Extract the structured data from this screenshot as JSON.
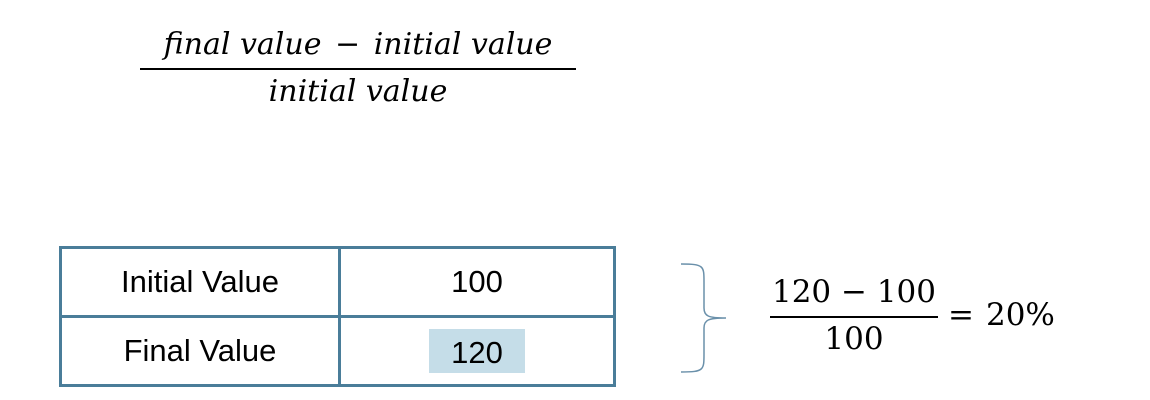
{
  "formula_generic": {
    "numerator_left": "final value",
    "operator": "−",
    "numerator_right": "initial value",
    "denominator": "initial value"
  },
  "table": {
    "rows": [
      {
        "label": "Initial Value",
        "value": "100",
        "highlighted": false
      },
      {
        "label": "Final Value",
        "value": "120",
        "highlighted": true
      }
    ],
    "border_color": "#4a7d99",
    "highlight_color": "#c5dde8"
  },
  "formula_example": {
    "numerator": "120 − 100",
    "denominator": "100",
    "equals": "=",
    "result": "20%"
  },
  "brace_color": "#6a90aa"
}
